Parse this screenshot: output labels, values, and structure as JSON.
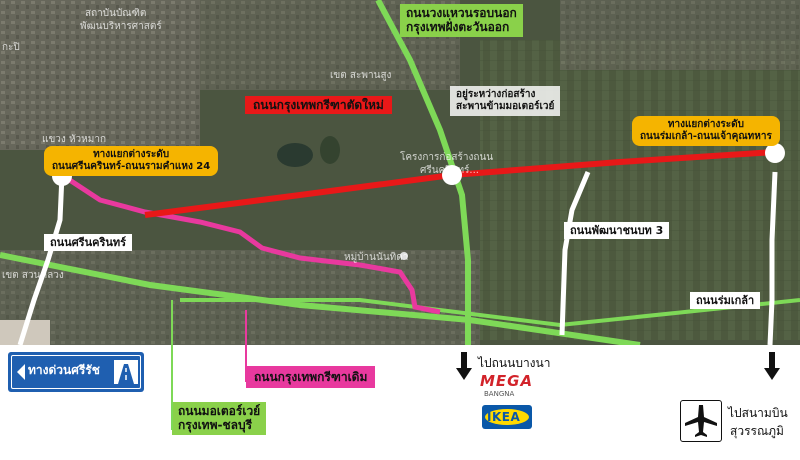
{
  "colors": {
    "new_road": "#e81818",
    "old_road": "#e8399e",
    "ring_road": "#7ed957",
    "motorway": "#7ed957",
    "local_road": "#ffffff",
    "label_green": "#8ad14a",
    "label_yellow": "#f5b400",
    "sign_blue": "#1f5fb0"
  },
  "labels": {
    "ring_road": [
      "ถนนวงแหวนรอบนอก",
      "กรุงเทพฝั่งตะวันออก"
    ],
    "new_road": "ถนนกรุงเทพกรีฑาตัดใหม่",
    "under_construction": [
      "อยู่ระหว่างก่อสร้าง",
      "สะพานข้ามมอเตอร์เวย์"
    ],
    "interchange_left": [
      "ทางแยกต่างระดับ",
      "ถนนศรีนครินทร์-ถนนรามคำแหง 24"
    ],
    "interchange_right": [
      "ทางแยกต่างระดับ",
      "ถนนร่มเกล้า-ถนนเจ้าคุณทหาร"
    ],
    "srinakarin_road": "ถนนศรีนครินทร์",
    "phatthana_chonnabot_3": "ถนนพัฒนาชนบท 3",
    "romklao_road": "ถนนร่มเกล้า",
    "old_road": "ถนนกรุงเทพกรีฑาเดิม",
    "motorway": [
      "ถนนมอเตอร์เวย์",
      "กรุงเทพ-ชลบุรี"
    ],
    "to_bangna": "ไปถนนบางนา",
    "to_airport": [
      "ไปสนามบิน",
      "สุวรรณภูมิ"
    ],
    "expressway_sign": "ทางด่วนศรีรัช",
    "mega_brand": "MEGA",
    "mega_sub": "BANGNA",
    "ikea_brand": "IKEA"
  },
  "faint_labels": {
    "district_saphan_sung": "เขต สะพานสูง",
    "khwaeng_hua_mak": "แขวง หัวหมาก",
    "village": "หมู่บ้านนันทิดา",
    "project": [
      "โครงการก่อสร้างถนน",
      "ศรีนครินทร์..."
    ],
    "district_suan_luang": "เขต สวนหลวง",
    "kapi": "กะปิ",
    "top_left": [
      "สถาบันบัณฑิต",
      "พัฒนบริหารศาสตร์"
    ]
  },
  "icons": {
    "plane": "airplane-icon",
    "arrow": "arrow-down-icon",
    "highway": "highway-icon"
  }
}
